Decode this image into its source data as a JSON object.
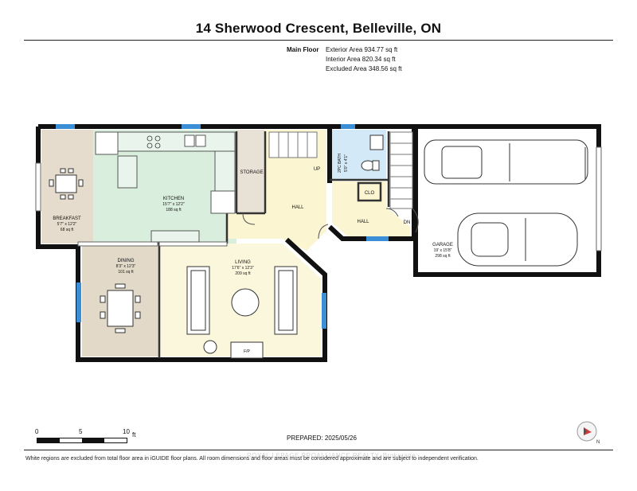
{
  "header": {
    "title": "14 Sherwood Crescent, Belleville, ON"
  },
  "areas": {
    "floor_label": "Main Floor",
    "exterior": "Exterior Area 934.77 sq ft",
    "interior": "Interior Area 820.34 sq ft",
    "excluded": "Excluded Area 348.56 sq ft"
  },
  "rooms": {
    "breakfast": {
      "name": "BREAKFAST",
      "dims": "5'7\" x 12'2\"",
      "area": "68 sq ft"
    },
    "kitchen": {
      "name": "KITCHEN",
      "dims": "15'7\" x 12'2\"",
      "area": "188 sq ft"
    },
    "storage": {
      "name": "STORAGE"
    },
    "hall_main": {
      "name": "HALL"
    },
    "up": {
      "name": "UP"
    },
    "bath": {
      "name": "2PC BATH",
      "dims": "5'0\" x 4'1\""
    },
    "closet": {
      "name": "CLO"
    },
    "hall_entry": {
      "name": "HALL"
    },
    "down": {
      "name": "DN"
    },
    "garage": {
      "name": "GARAGE",
      "dims": "19' x 15'8\"",
      "area": "298 sq ft"
    },
    "dining": {
      "name": "DINING",
      "dims": "8'3\" x 12'3\"",
      "area": "101 sq ft"
    },
    "living": {
      "name": "LIVING",
      "dims": "17'6\" x 12'3\"",
      "area": "209 sq ft"
    },
    "fireplace": {
      "name": "F/P"
    }
  },
  "colors": {
    "wall": "#111111",
    "breakfast_fill": "#e6dccd",
    "kitchen_fill": "#d9eedd",
    "hall_fill": "#fbf5d2",
    "dining_fill": "#e2d9c9",
    "living_fill": "#fbf7dc",
    "bath_fill": "#d4e9f7",
    "window": "#3a8fd6"
  },
  "scale": {
    "t0": "0",
    "t5": "5",
    "t10": "10",
    "unit": "ft"
  },
  "prepared": "PREPARED:  2025/05/26",
  "footnote": "White regions are excluded from total floor area in iGUIDE floor plans. All room dimensions and floor areas must be considered approximate and are subject to independent verification.",
  "watermark": "ROYAL LEPAGE PROALLIANCE REALTY, Brokerage"
}
